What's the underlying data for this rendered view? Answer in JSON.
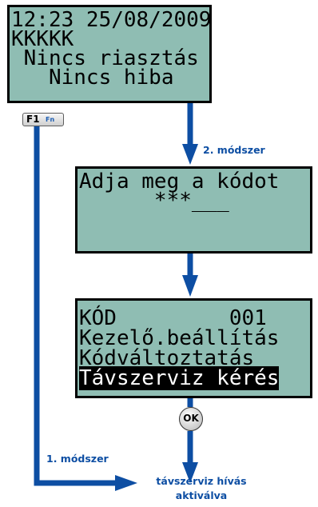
{
  "screen1": {
    "line1": "12:23 25/08/2009",
    "line2": "KKKKK",
    "line3": " Nincs riasztás",
    "line4": "   Nincs hiba"
  },
  "screen2": {
    "line1": "Adja meg a kódot",
    "line2": "      ***___"
  },
  "screen3": {
    "line1": "KÓD         001",
    "line2": "Kezelő.beállítás",
    "line3": "Kódváltoztatás",
    "line4": "Távszerviz kérés"
  },
  "keys": {
    "f1": "F1",
    "fn": "Fn",
    "ok": "OK"
  },
  "labels": {
    "method2": "2. módszer",
    "method1": "1. módszer",
    "result_line1": "távszerviz hívás",
    "result_line2": "aktiválva"
  },
  "colors": {
    "lcd": "#8fbdb3",
    "arrow": "#0d4ea3"
  }
}
